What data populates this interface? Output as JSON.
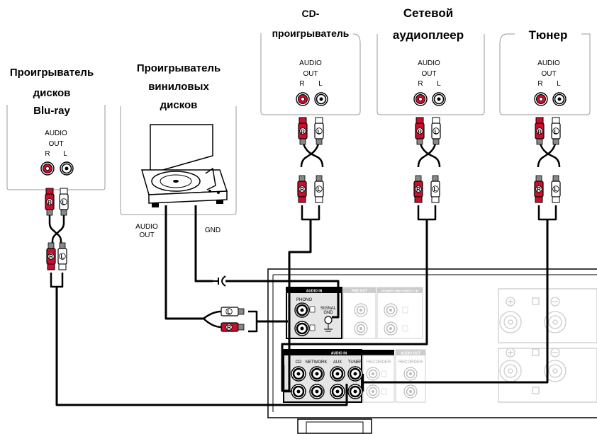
{
  "devices": {
    "bluray": {
      "title": [
        "Проигрыватель",
        "дисков",
        "Blu-ray"
      ],
      "audio": "AUDIO",
      "out": "OUT",
      "r": "R",
      "l": "L"
    },
    "turntable": {
      "title": [
        "Проигрыватель",
        "виниловых",
        "дисков"
      ],
      "audio": "AUDIO",
      "out": "OUT",
      "gnd": "GND"
    },
    "cd": {
      "title": [
        "CD-",
        "проигрыватель"
      ],
      "audio": "AUDIO",
      "out": "OUT",
      "r": "R",
      "l": "L"
    },
    "network": {
      "title": [
        "Сетевой",
        "аудиоплеер"
      ],
      "audio": "AUDIO",
      "out": "OUT",
      "r": "R",
      "l": "L"
    },
    "tuner": {
      "title": [
        "Тюнер"
      ],
      "audio": "AUDIO",
      "out": "OUT",
      "r": "R",
      "l": "L"
    }
  },
  "plug_labels": {
    "r": "R",
    "l": "L"
  },
  "amplifier": {
    "audio_in_phono": "AUDIO IN",
    "phono": "PHONO",
    "signal_gnd": [
      "SIGNAL",
      "GND"
    ],
    "pre_out": "PRE OUT",
    "power_amp_direct_in": "POWER AMP DIRECT IN",
    "audio_in_main": "AUDIO IN",
    "audio_out": "AUDIO OUT",
    "inputs": [
      "CD",
      "NETWORK",
      "AUX",
      "TUNER",
      "RECORDER"
    ],
    "output_label": "RECORDER"
  },
  "colors": {
    "red": "#c8102e",
    "black": "#000000",
    "grey": "#e6e6e6"
  }
}
